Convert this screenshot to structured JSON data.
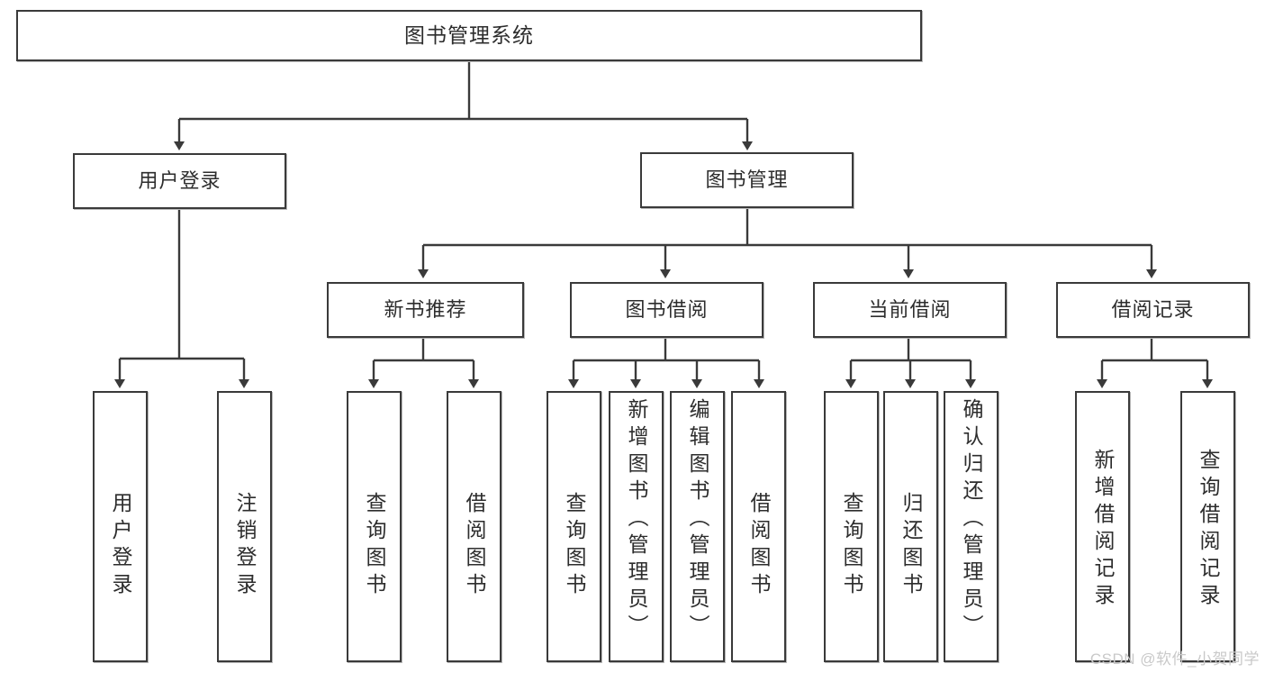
{
  "diagram": {
    "title": "图书管理系统",
    "type": "tree-hierarchy-chart",
    "watermark": "CSDN @软件_小贺同学",
    "colors": {
      "box_border": "#3a3a3a",
      "box_fill": "#ffffff",
      "edge": "#3a3a3a",
      "text": "#2d2d2d",
      "watermark": "#c9c9c9"
    },
    "root": {
      "label": "图书管理系统"
    },
    "level2": [
      {
        "label": "用户登录"
      },
      {
        "label": "图书管理"
      }
    ],
    "level3": [
      {
        "label": "新书推荐"
      },
      {
        "label": "图书借阅"
      },
      {
        "label": "当前借阅"
      },
      {
        "label": "借阅记录"
      }
    ],
    "leaves": {
      "user_login": [
        {
          "label": "用户登录"
        },
        {
          "label": "注销登录"
        }
      ],
      "new_book": [
        {
          "label": "查询图书"
        },
        {
          "label": "借阅图书"
        }
      ],
      "borrow": [
        {
          "label": "查询图书"
        },
        {
          "label": "新增图书（管理员）"
        },
        {
          "label": "编辑图书（管理员）"
        },
        {
          "label": "借阅图书"
        }
      ],
      "current": [
        {
          "label": "查询图书"
        },
        {
          "label": "归还图书"
        },
        {
          "label": "确认归还（管理员）"
        }
      ],
      "record": [
        {
          "label": "新增借阅记录"
        },
        {
          "label": "查询借阅记录"
        }
      ]
    }
  }
}
